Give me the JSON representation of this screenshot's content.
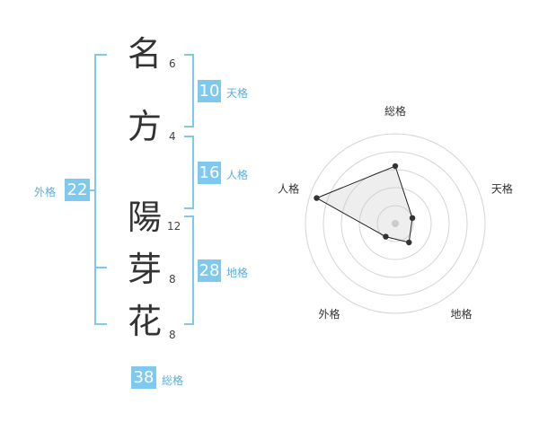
{
  "name": {
    "characters": [
      {
        "char": "名",
        "strokes": "6"
      },
      {
        "char": "方",
        "strokes": "4"
      },
      {
        "char": "陽",
        "strokes": "12"
      },
      {
        "char": "芽",
        "strokes": "8"
      },
      {
        "char": "花",
        "strokes": "8"
      }
    ]
  },
  "kaku": {
    "tenkaku": {
      "value": "10",
      "label": "天格"
    },
    "jinkaku": {
      "value": "16",
      "label": "人格"
    },
    "chikaku": {
      "value": "28",
      "label": "地格"
    },
    "gaikaku": {
      "value": "22",
      "label": "外格"
    },
    "soukaku": {
      "value": "38",
      "label": "総格"
    }
  },
  "colors": {
    "accent": "#7fc8ee",
    "label_text": "#5aaedc",
    "main_text": "#333333"
  },
  "chart_data": {
    "type": "radar",
    "axes": [
      "総格",
      "天格",
      "地格",
      "外格",
      "人格"
    ],
    "values": [
      3.2,
      1.0,
      1.3,
      0.9,
      4.6
    ],
    "range": [
      0,
      5
    ],
    "rings": 5
  }
}
